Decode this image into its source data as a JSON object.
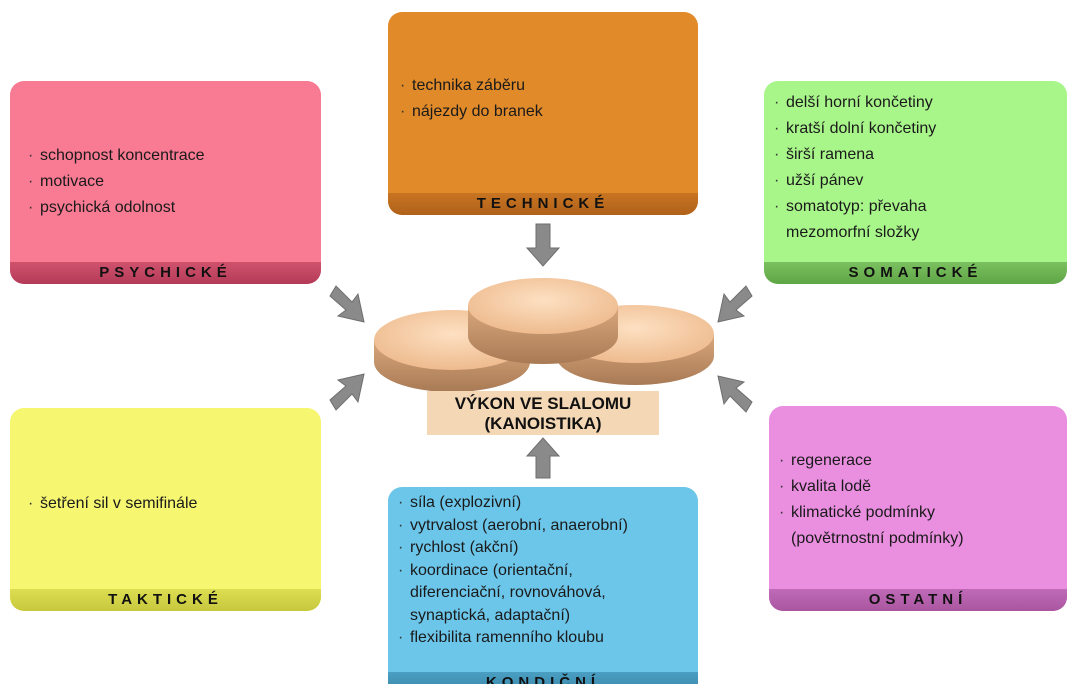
{
  "center": {
    "line1": "VÝKON VE SLALOMU",
    "line2": "(KANOISTIKA)"
  },
  "boxes": {
    "psychicke": {
      "label": "PSYCHICKÉ",
      "color": "#f97a93",
      "items": [
        "schopnost koncentrace",
        "motivace",
        "psychická odolnost"
      ]
    },
    "technicke": {
      "label": "TECHNICKÉ",
      "color": "#e08a2a",
      "items": [
        "technika záběru",
        "nájezdy do branek"
      ]
    },
    "somaticke": {
      "label": "SOMATICKÉ",
      "color": "#a8f68a",
      "items": [
        "delší horní končetiny",
        "kratší dolní končetiny",
        "širší ramena",
        "užší pánev",
        "somatotyp: převaha",
        "mezomorfní složky"
      ]
    },
    "takticke": {
      "label": "TAKTICKÉ",
      "color": "#f6f671",
      "items": [
        "šetření sil v  semifinále"
      ]
    },
    "kondicni": {
      "label": "KONDIČNÍ",
      "color": "#6cc6ea",
      "items": [
        "síla (explozivní)",
        "vytrvalost (aerobní, anaerobní)",
        "rychlost (akční)",
        "koordinace (orientační,",
        "diferenciační, rovnováhová,",
        "synaptická, adaptační)",
        "flexibilita ramenního kloubu"
      ]
    },
    "ostatni": {
      "label": "OSTATNÍ",
      "color": "#ea8ee0",
      "items": [
        "regenerace",
        "kvalita lodě",
        "klimatické podmínky",
        "(povětrnostní podmínky)"
      ]
    }
  }
}
